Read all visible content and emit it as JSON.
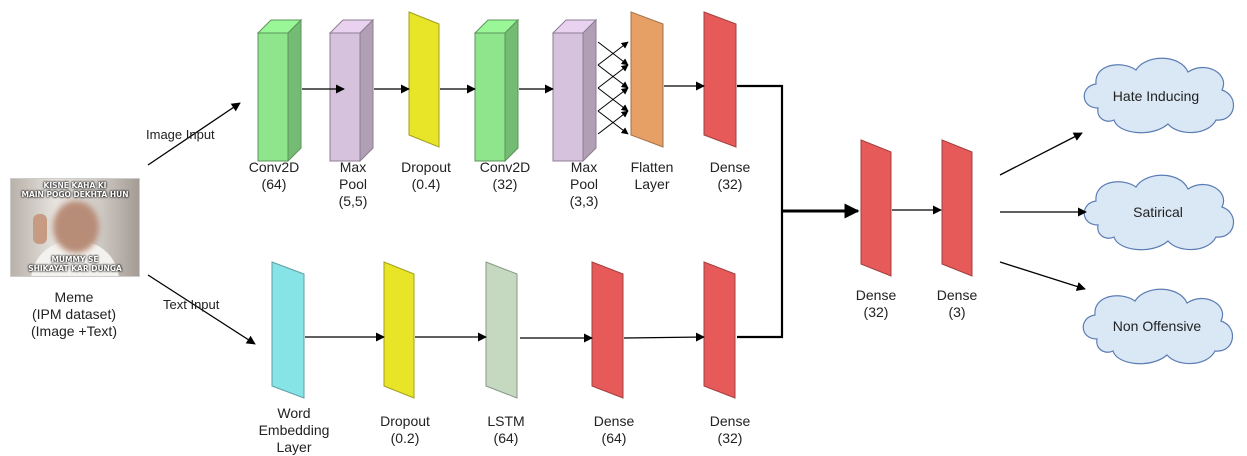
{
  "input": {
    "caption_lines": [
      "Meme",
      "(IPM dataset)",
      "(Image +Text)"
    ],
    "meme_top_text": [
      "KISNE KAHA KI",
      "MAIN POGO DEKHTA HUN"
    ],
    "meme_bottom_text": [
      "MUMMY SE",
      "SHIKAYAT KAR DUNGA"
    ]
  },
  "edges": {
    "image_input": "Image Input",
    "text_input": "Text Input"
  },
  "image_branch": [
    {
      "lines": [
        "Conv2D",
        "(64)"
      ],
      "color": "#8ee58c",
      "shape": "cube"
    },
    {
      "lines": [
        "Max",
        "Pool",
        "(5,5)"
      ],
      "color": "#d7c2dd",
      "shape": "cube"
    },
    {
      "lines": [
        "Dropout",
        "(0.4)"
      ],
      "color": "#e8e427",
      "shape": "slab"
    },
    {
      "lines": [
        "Conv2D",
        "(32)"
      ],
      "color": "#8ee58c",
      "shape": "cube"
    },
    {
      "lines": [
        "Max",
        "Pool",
        "(3,3)"
      ],
      "color": "#d7c2dd",
      "shape": "cube"
    },
    {
      "lines": [
        "Flatten",
        "Layer"
      ],
      "color": "#e6a066",
      "shape": "slab"
    },
    {
      "lines": [
        "Dense",
        "(32)"
      ],
      "color": "#e75a5a",
      "shape": "slab"
    }
  ],
  "text_branch": [
    {
      "lines": [
        "Word",
        "Embedding",
        "Layer"
      ],
      "color": "#86e3e6",
      "shape": "slab"
    },
    {
      "lines": [
        "Dropout",
        "(0.2)"
      ],
      "color": "#e8e427",
      "shape": "slab"
    },
    {
      "lines": [
        "LSTM",
        "(64)"
      ],
      "color": "#c5d9c0",
      "shape": "slab"
    },
    {
      "lines": [
        "Dense",
        "(64)"
      ],
      "color": "#e75a5a",
      "shape": "slab"
    },
    {
      "lines": [
        "Dense",
        "(32)"
      ],
      "color": "#e75a5a",
      "shape": "slab"
    }
  ],
  "merged": [
    {
      "lines": [
        "Dense",
        "(32)"
      ],
      "color": "#e75a5a"
    },
    {
      "lines": [
        "Dense",
        "(3)"
      ],
      "color": "#e75a5a"
    }
  ],
  "outputs": [
    {
      "label": "Hate Inducing"
    },
    {
      "label": "Satirical"
    },
    {
      "label": "Non Offensive"
    }
  ],
  "colors": {
    "cloud_fill": "#dae7f5",
    "cloud_stroke": "#5b7db3",
    "arrow": "#000000"
  }
}
